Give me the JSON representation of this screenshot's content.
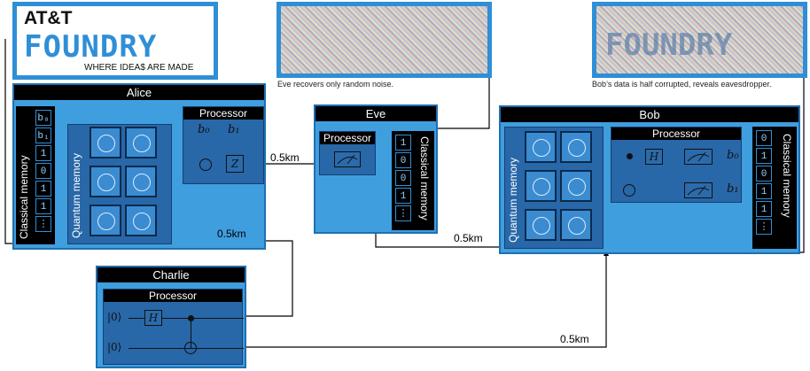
{
  "logo": {
    "brand": "AT&T",
    "name": "FOUNDRY",
    "tagline": "WHERE IDEA$ ARE MADE"
  },
  "eve_result": {
    "caption": "Eve recovers only random noise."
  },
  "bob_result": {
    "caption": "Bob’s data is half corrupted, reveals eavesdropper.",
    "noisy_word": "FOUNDRY"
  },
  "alice": {
    "title": "Alice",
    "classical_label": "Classical memory",
    "quantum_label": "Quantum memory",
    "memory": [
      "b₀",
      "b₁",
      "1",
      "0",
      "1",
      "1",
      "⋮"
    ],
    "processor": {
      "title": "Processor",
      "b0": "b₀",
      "b1": "b₁",
      "z": "Z"
    }
  },
  "eve": {
    "title": "Eve",
    "processor_title": "Processor",
    "classical_label": "Classical memory",
    "memory": [
      "1",
      "0",
      "0",
      "1",
      "⋮"
    ]
  },
  "bob": {
    "title": "Bob",
    "quantum_label": "Quantum memory",
    "classical_label": "Classical memory",
    "processor": {
      "title": "Processor",
      "h": "H",
      "b0": "b₀",
      "b1": "b₁"
    },
    "memory": [
      "0",
      "1",
      "0",
      "1",
      "1",
      "⋮"
    ]
  },
  "charlie": {
    "title": "Charlie",
    "processor_title": "Processor",
    "ket0_a": "|0⟩",
    "ket0_b": "|0⟩",
    "h": "H"
  },
  "distances": {
    "alice_eve": "0.5km",
    "charlie_alice": "0.5km",
    "eve_bob": "0.5km",
    "charlie_bob": "0.5km"
  },
  "colors": {
    "panel": "#3f9ede",
    "processor": "#2867a8",
    "title_bar": "#000000"
  }
}
